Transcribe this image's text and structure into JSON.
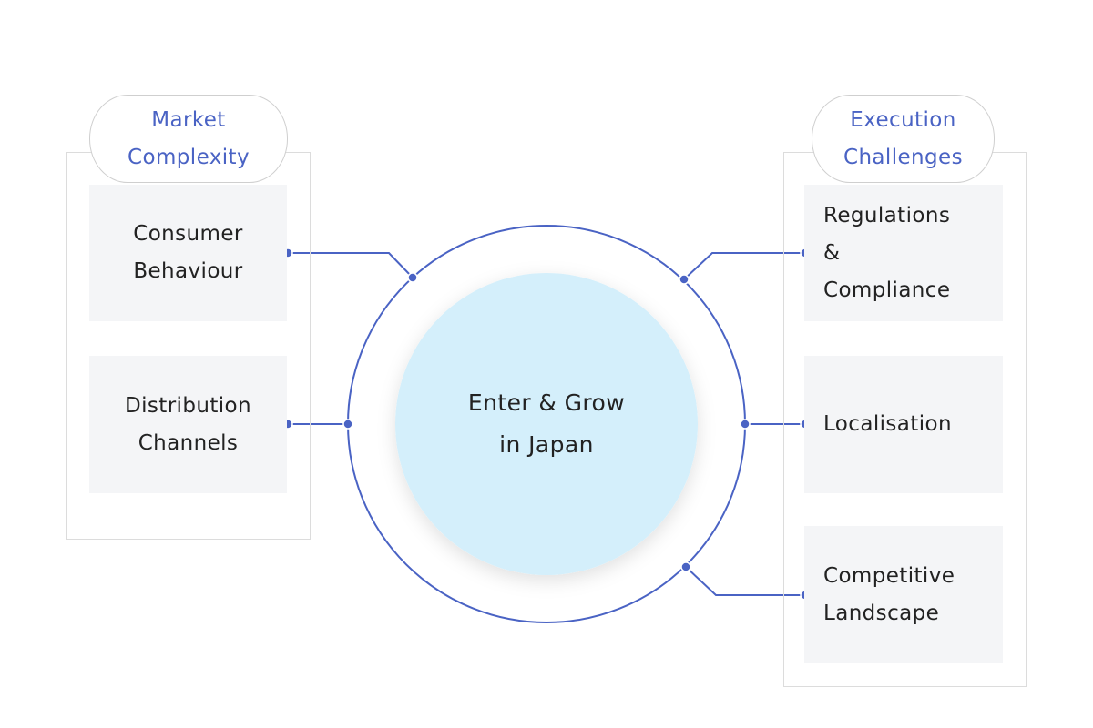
{
  "diagram": {
    "hub": {
      "line1": "Enter & Grow",
      "line2": "in Japan"
    },
    "left_group": {
      "title_line1": "Market",
      "title_line2": "Complexity",
      "items": [
        {
          "line1": "Consumer",
          "line2": "Behaviour"
        },
        {
          "line1": "Distribution",
          "line2": "Channels"
        }
      ]
    },
    "right_group": {
      "title_line1": "Execution",
      "title_line2": "Challenges",
      "items": [
        {
          "line1": "Regulations",
          "line2": "&",
          "line3": "Compliance"
        },
        {
          "line1": "Localisation"
        },
        {
          "line1": "Competitive",
          "line2": "Landscape"
        }
      ]
    },
    "colors": {
      "accent": "#4a63c4",
      "hub_fill": "#d4effb",
      "item_fill": "#f4f5f7",
      "frame_border": "#dcdcdc"
    }
  }
}
